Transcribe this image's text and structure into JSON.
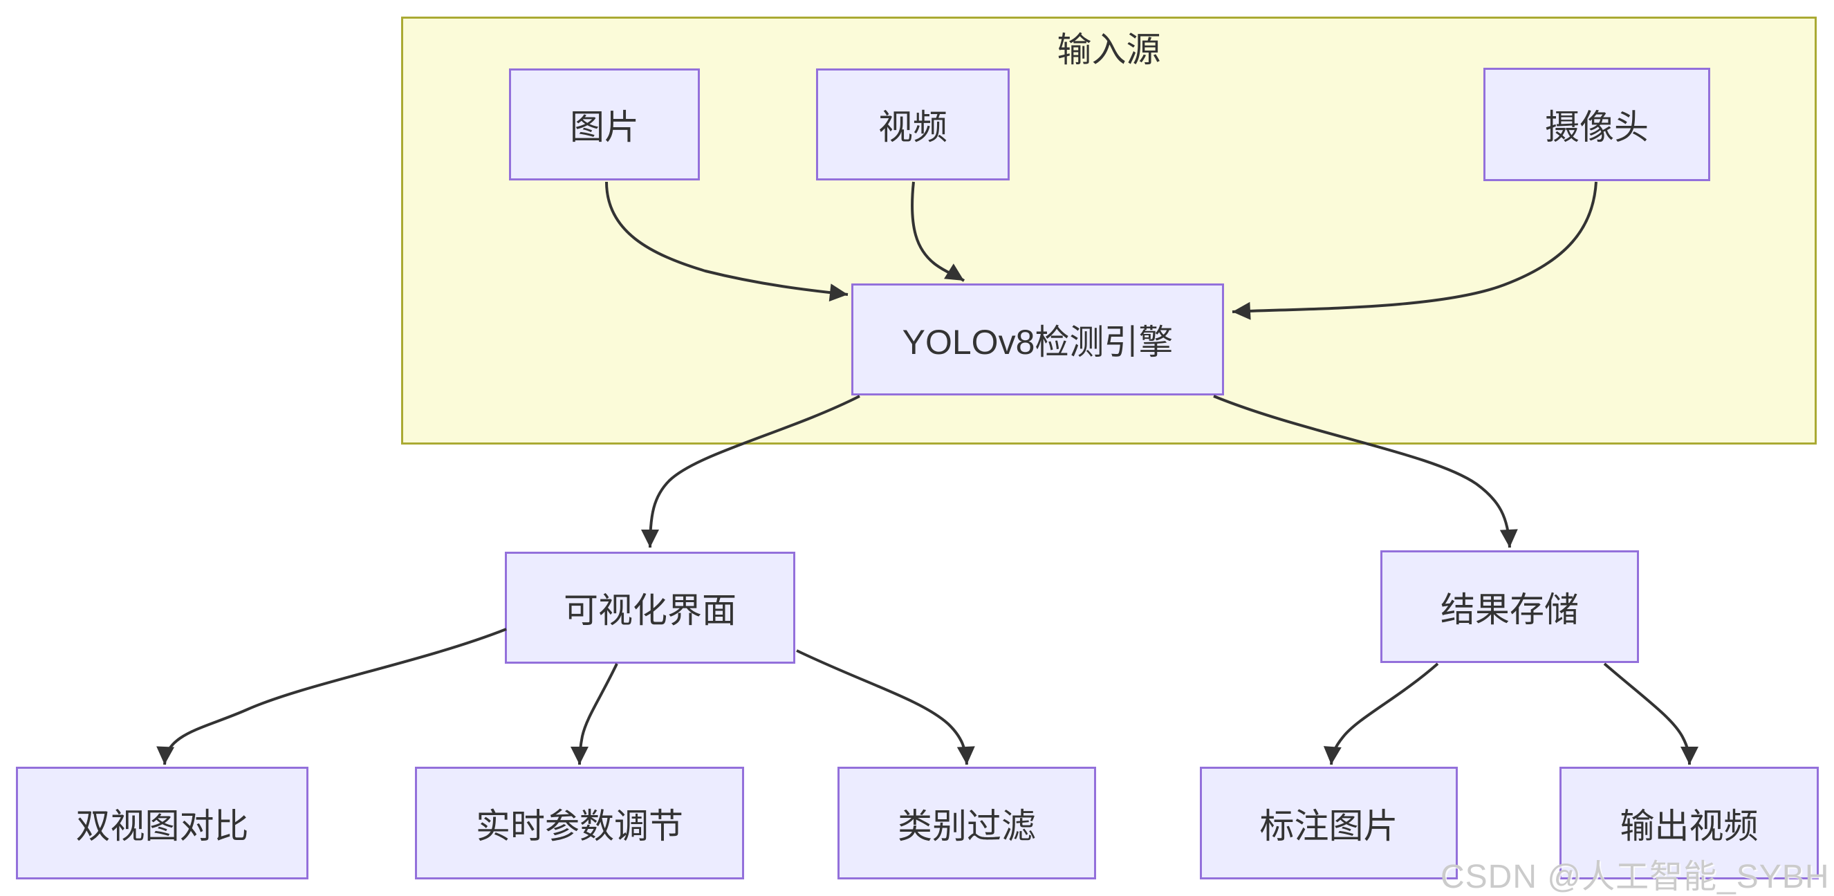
{
  "diagram": {
    "cluster": {
      "label": "输入源"
    },
    "nodes": {
      "image": {
        "label": "图片"
      },
      "video": {
        "label": "视频"
      },
      "camera": {
        "label": "摄像头"
      },
      "engine": {
        "label": "YOLOv8检测引擎"
      },
      "ui": {
        "label": "可视化界面"
      },
      "storage": {
        "label": "结果存储"
      },
      "dual_view": {
        "label": "双视图对比"
      },
      "param_tuning": {
        "label": "实时参数调节"
      },
      "class_filter": {
        "label": "类别过滤"
      },
      "annotated_images": {
        "label": "标注图片"
      },
      "output_video": {
        "label": "输出视频"
      }
    },
    "edges": [
      {
        "from": "图片",
        "to": "YOLOv8检测引擎"
      },
      {
        "from": "视频",
        "to": "YOLOv8检测引擎"
      },
      {
        "from": "摄像头",
        "to": "YOLOv8检测引擎"
      },
      {
        "from": "YOLOv8检测引擎",
        "to": "可视化界面"
      },
      {
        "from": "YOLOv8检测引擎",
        "to": "结果存储"
      },
      {
        "from": "可视化界面",
        "to": "双视图对比"
      },
      {
        "from": "可视化界面",
        "to": "实时参数调节"
      },
      {
        "from": "可视化界面",
        "to": "类别过滤"
      },
      {
        "from": "结果存储",
        "to": "标注图片"
      },
      {
        "from": "结果存储",
        "to": "输出视频"
      }
    ],
    "colors": {
      "node_fill": "#ECECFF",
      "node_border": "#9370DB",
      "cluster_fill": "#FBFBD9",
      "cluster_border": "#AAAA33",
      "edge": "#333333",
      "text": "#333333"
    }
  },
  "watermark": {
    "text": "CSDN @人工智能_SYBH",
    "color": "#CBCBCB"
  }
}
